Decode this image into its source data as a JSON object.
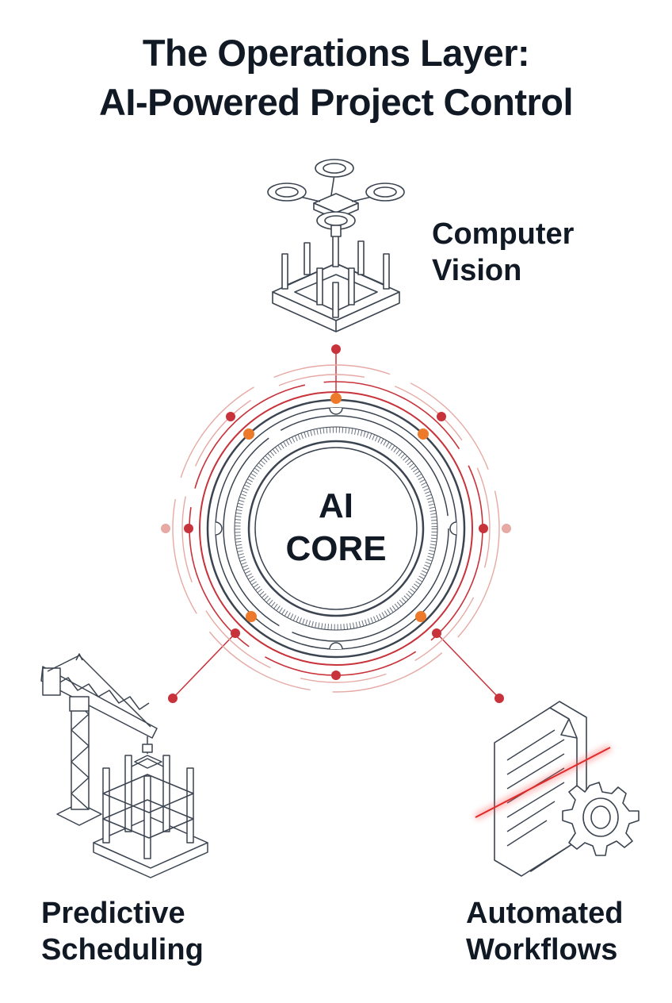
{
  "title": {
    "line1": "The Operations Layer:",
    "line2": "AI-Powered Project Control"
  },
  "core": {
    "line1": "AI",
    "line2": "CORE"
  },
  "nodes": [
    {
      "id": "computer-vision",
      "line1": "Computer",
      "line2": "Vision",
      "icon": "drone-over-foundation-icon"
    },
    {
      "id": "predictive-scheduling",
      "line1": "Predictive",
      "line2": "Scheduling",
      "icon": "tower-crane-building-icon"
    },
    {
      "id": "automated-workflows",
      "line1": "Automated",
      "line2": "Workflows",
      "icon": "document-gear-icon"
    }
  ],
  "colors": {
    "ink": "#111a24",
    "line": "#3b4450",
    "accent_red": "#c8323a",
    "accent_orange": "#ec7a2a",
    "faint_red": "#e6a9a4"
  }
}
